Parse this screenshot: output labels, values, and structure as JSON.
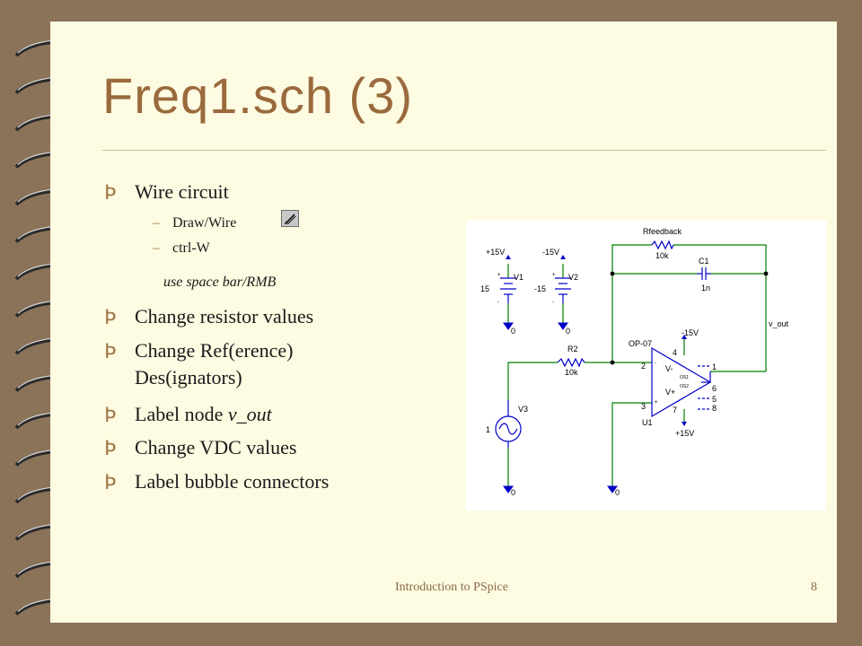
{
  "slide": {
    "title": "Freq1.sch (3)",
    "bullets": [
      {
        "marker": "Þ",
        "text": "Wire circuit"
      },
      {
        "marker": "Þ",
        "text": "Change resistor values"
      },
      {
        "marker": "Þ",
        "text": "Change Ref(erence)"
      },
      {
        "marker": "Þ",
        "text": "Change VDC values"
      },
      {
        "marker": "Þ",
        "text": "Label bubble connectors"
      }
    ],
    "bullet_des_line2": "Des(ignators)",
    "bullet_label_prefix": "Label node ",
    "bullet_label_italic": "v_out",
    "subitems": [
      {
        "marker": "–",
        "text": "Draw/Wire"
      },
      {
        "marker": "–",
        "text": "ctrl-W"
      }
    ],
    "note": "use space bar/RMB",
    "pencil_icon": "pencil-icon",
    "footer": "Introduction to PSpice",
    "page_number": "8"
  },
  "schematic": {
    "labels": {
      "v1_value": "+15V",
      "v1_name": "V1",
      "v1_dc": "15",
      "v2_value": "-15V",
      "v2_name": "V2",
      "v2_dc": "-15",
      "gnd": "0",
      "plus": "+",
      "minus": "-",
      "rfeedback_name": "Rfeedback",
      "rfeedback_value": "10k",
      "c1_name": "C1",
      "c1_value": "1n",
      "r2_name": "R2",
      "r2_value": "10k",
      "opamp_name": "OP-07",
      "opamp_ref": "U1",
      "top_supply": "-15V",
      "bottom_supply": "+15V",
      "pin2": "2",
      "pin3": "3",
      "pin4": "4",
      "pin7": "7",
      "pin1": "1",
      "pin5": "5",
      "pin8": "8",
      "pin6": "6",
      "vminus": "V-",
      "vplus": "V+",
      "os1": "OS1",
      "os2": "OS2",
      "vout": "v_out",
      "v3_name": "V3",
      "v3_pin": "1"
    },
    "colors": {
      "wire": "#008000",
      "component": "#0000c8",
      "ground": "#0000c8"
    }
  },
  "colors": {
    "background": "#8b735a",
    "slide": "#fdfbe2",
    "title": "#9a6a3c",
    "bullet_marker": "#a07849"
  }
}
